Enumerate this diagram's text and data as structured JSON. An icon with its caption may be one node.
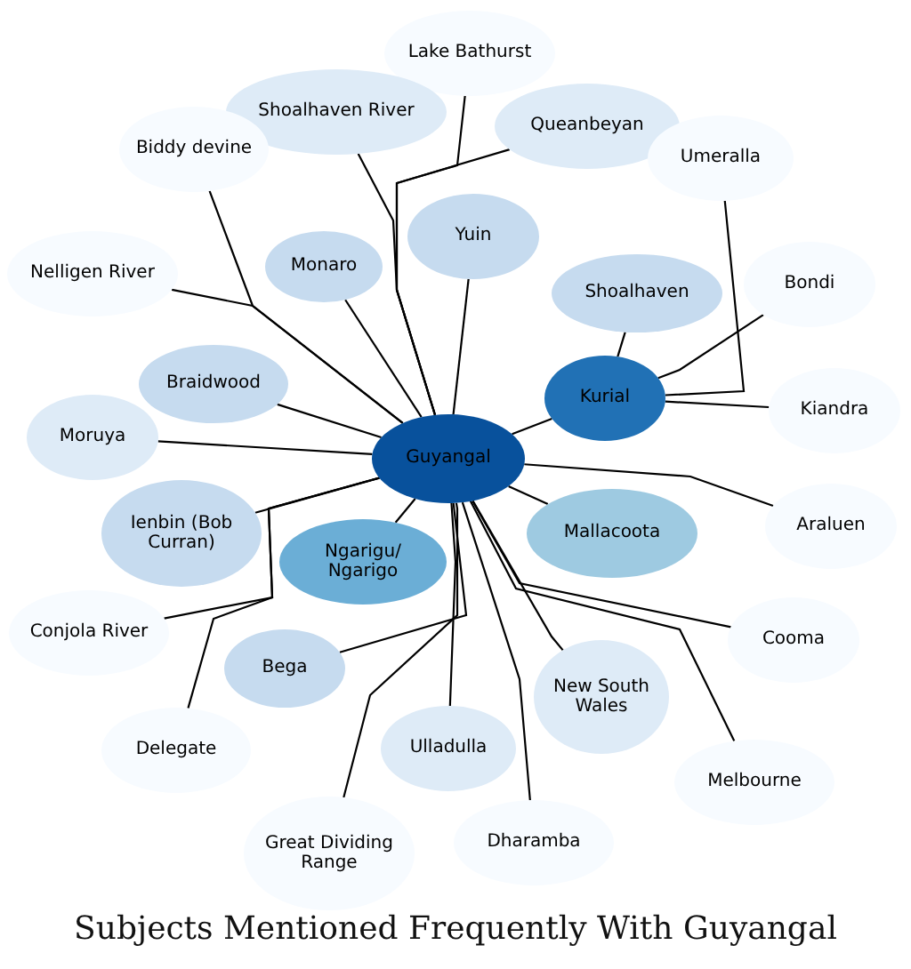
{
  "diagram": {
    "title": "Subjects Mentioned Frequently With Guyangal",
    "nodes": [
      {
        "text": [
          "Guyangal"
        ]
      },
      {
        "text": [
          "Kurial"
        ]
      },
      {
        "text": [
          "Lake Bathurst"
        ]
      },
      {
        "text": [
          "Shoalhaven River"
        ]
      },
      {
        "text": [
          "Biddy devine"
        ]
      },
      {
        "text": [
          "Queanbeyan"
        ]
      },
      {
        "text": [
          "Umeralla"
        ]
      },
      {
        "text": [
          "Yuin"
        ]
      },
      {
        "text": [
          "Monaro"
        ]
      },
      {
        "text": [
          "Nelligen River"
        ]
      },
      {
        "text": [
          "Shoalhaven"
        ]
      },
      {
        "text": [
          "Bondi"
        ]
      },
      {
        "text": [
          "Braidwood"
        ]
      },
      {
        "text": [
          "Moruya"
        ]
      },
      {
        "text": [
          "Kiandra"
        ]
      },
      {
        "text": [
          "Ienbin (Bob Curran)"
        ]
      },
      {
        "text": [
          "Ngarigu/ Ngarigo"
        ]
      },
      {
        "text": [
          "Mallacoota"
        ]
      },
      {
        "text": [
          "Araluen"
        ]
      },
      {
        "text": [
          "Conjola River"
        ]
      },
      {
        "text": [
          "Cooma"
        ]
      },
      {
        "text": [
          "Bega"
        ]
      },
      {
        "text": [
          "New South Wales"
        ]
      },
      {
        "text": [
          "Delegate"
        ]
      },
      {
        "text": [
          "Ulladulla"
        ]
      },
      {
        "text": [
          "Melbourne"
        ]
      },
      {
        "text": [
          "Great Dividing Range"
        ]
      },
      {
        "text": [
          "Dharamba"
        ]
      }
    ],
    "edges": [
      {
        "from": 0,
        "to": 1,
        "arrow": "none"
      },
      {
        "from": 0,
        "to": 2,
        "arrow": "none"
      },
      {
        "from": 0,
        "to": 3,
        "arrow": "none"
      },
      {
        "from": 0,
        "to": 4,
        "arrow": "none"
      },
      {
        "from": 0,
        "to": 5,
        "arrow": "none"
      },
      {
        "from": 1,
        "to": 6,
        "arrow": "none"
      },
      {
        "from": 0,
        "to": 7,
        "arrow": "none"
      },
      {
        "from": 0,
        "to": 8,
        "arrow": "none"
      },
      {
        "from": 0,
        "to": 9,
        "arrow": "none"
      },
      {
        "from": 1,
        "to": 10,
        "arrow": "none"
      },
      {
        "from": 1,
        "to": 11,
        "arrow": "none"
      },
      {
        "from": 0,
        "to": 12,
        "arrow": "none"
      },
      {
        "from": 0,
        "to": 13,
        "arrow": "none"
      },
      {
        "from": 1,
        "to": 14,
        "arrow": "none"
      },
      {
        "from": 0,
        "to": 15,
        "arrow": "none"
      },
      {
        "from": 0,
        "to": 16,
        "arrow": "none"
      },
      {
        "from": 0,
        "to": 17,
        "arrow": "none"
      },
      {
        "from": 0,
        "to": 18,
        "arrow": "none"
      },
      {
        "from": 0,
        "to": 19,
        "arrow": "none"
      },
      {
        "from": 0,
        "to": 20,
        "arrow": "none"
      },
      {
        "from": 0,
        "to": 21,
        "arrow": "none"
      },
      {
        "from": 0,
        "to": 22,
        "arrow": "none"
      },
      {
        "from": 0,
        "to": 23,
        "arrow": "none"
      },
      {
        "from": 0,
        "to": 24,
        "arrow": "none"
      },
      {
        "from": 0,
        "to": 25,
        "arrow": "none"
      },
      {
        "from": 0,
        "to": 26,
        "arrow": "none"
      },
      {
        "from": 0,
        "to": 27,
        "arrow": "none"
      }
    ]
  }
}
